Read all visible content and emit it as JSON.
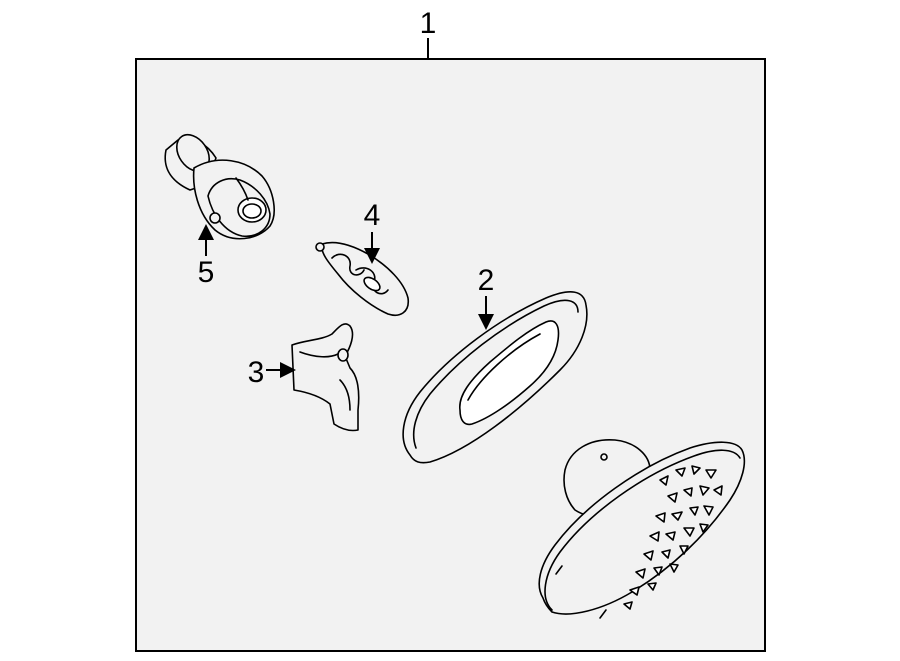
{
  "callouts": {
    "c1": "1",
    "c2": "2",
    "c3": "3",
    "c4": "4",
    "c5": "5"
  },
  "colors": {
    "background": "#ffffff",
    "panel": "#f2f2f2",
    "ink": "#000000"
  }
}
